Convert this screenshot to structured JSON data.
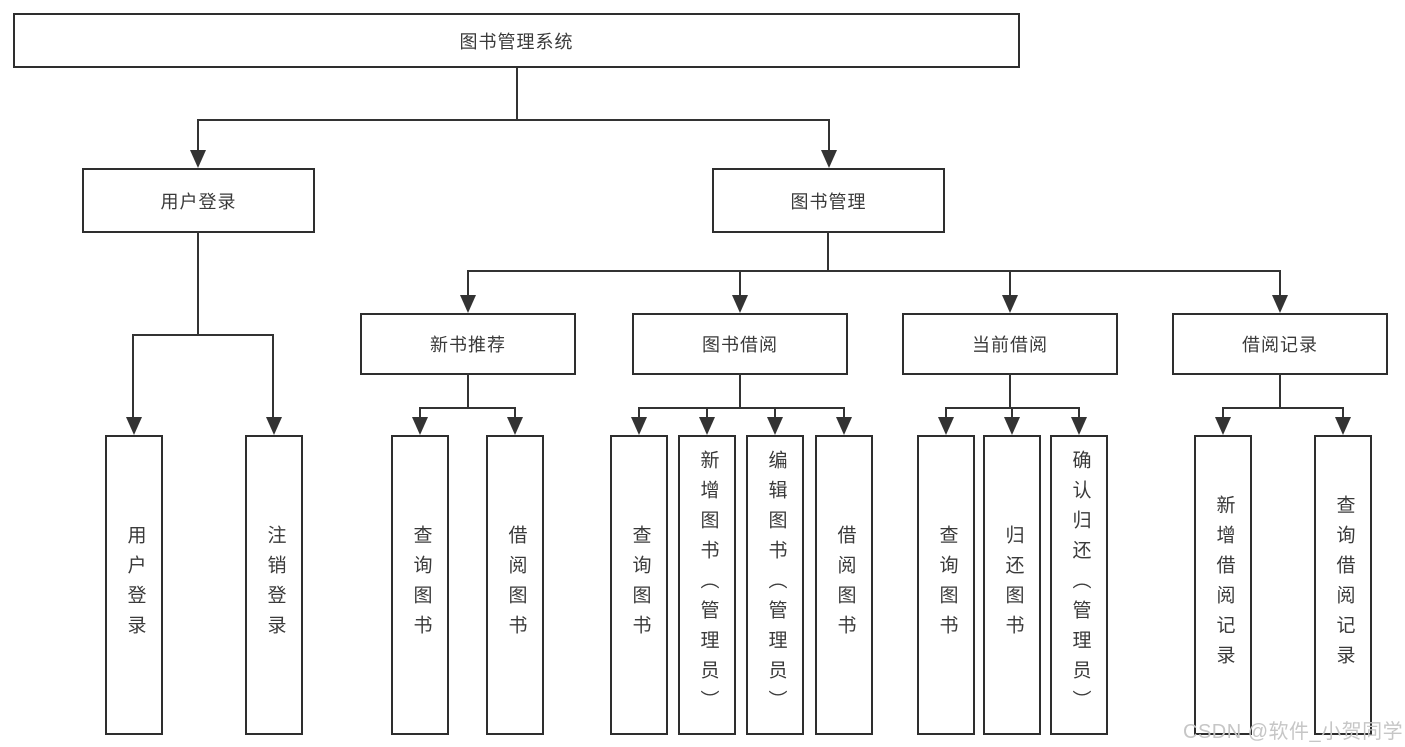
{
  "diagram": {
    "title": "图书管理系统",
    "level2": {
      "user_login": "用户登录",
      "book_management": "图书管理"
    },
    "level3": {
      "new_book": "新书推荐",
      "book_borrow": "图书借阅",
      "current_borrow": "当前借阅",
      "borrow_record": "借阅记录"
    },
    "leaves": {
      "user_login": [
        "用户登录",
        "注销登录"
      ],
      "new_book": [
        "查询图书",
        "借阅图书"
      ],
      "book_borrow": [
        "查询图书",
        "新增图书（管理员）",
        "编辑图书（管理员）",
        "借阅图书"
      ],
      "current_borrow": [
        "查询图书",
        "归还图书",
        "确认归还（管理员）"
      ],
      "borrow_record": [
        "新增借阅记录",
        "查询借阅记录"
      ]
    },
    "watermark": "CSDN @软件_小贺同学",
    "colors": {
      "line": "#333333",
      "border": "#2e2e2e",
      "text": "#3a3a3a",
      "watermark": "#c6c6c6",
      "background": "#ffffff"
    }
  }
}
